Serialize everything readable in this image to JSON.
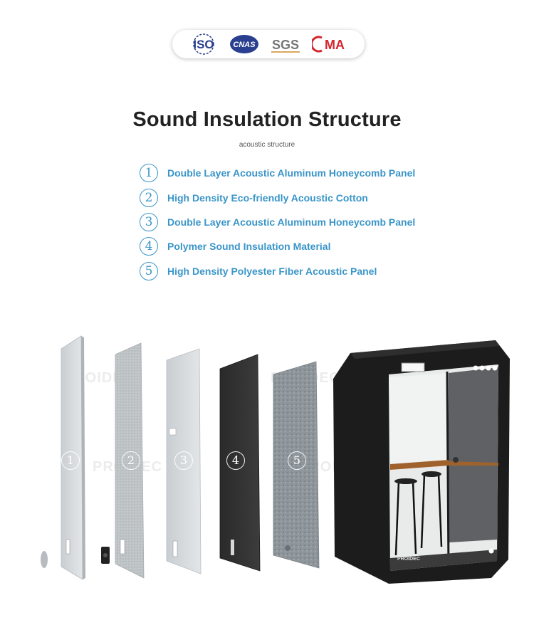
{
  "certifications": [
    {
      "label": "ISO",
      "icon": "iso-logo"
    },
    {
      "label": "CNAS",
      "icon": "cnas-logo"
    },
    {
      "label": "SGS",
      "icon": "sgs-logo"
    },
    {
      "label": "MA",
      "icon": "cma-logo"
    }
  ],
  "title": "Sound Insulation Structure",
  "subtitle": "acoustic structure",
  "layers": [
    {
      "number": "1",
      "label": "Double Layer Acoustic Aluminum Honeycomb Panel"
    },
    {
      "number": "2",
      "label": "High Density Eco-friendly Acoustic Cotton"
    },
    {
      "number": "3",
      "label": "Double Layer Acoustic Aluminum Honeycomb Panel"
    },
    {
      "number": "4",
      "label": "Polymer Sound Insulation Material"
    },
    {
      "number": "5",
      "label": "High Density Polyester Fiber Acoustic Panel"
    }
  ],
  "panel_numbers": [
    "1",
    "2",
    "3",
    "4",
    "5"
  ],
  "watermark_text": "PROIDEC",
  "booth_brand": "PROIDEC",
  "colors": {
    "accent": "#3a95c8",
    "title": "#222222",
    "booth": "#1c1c1c"
  }
}
